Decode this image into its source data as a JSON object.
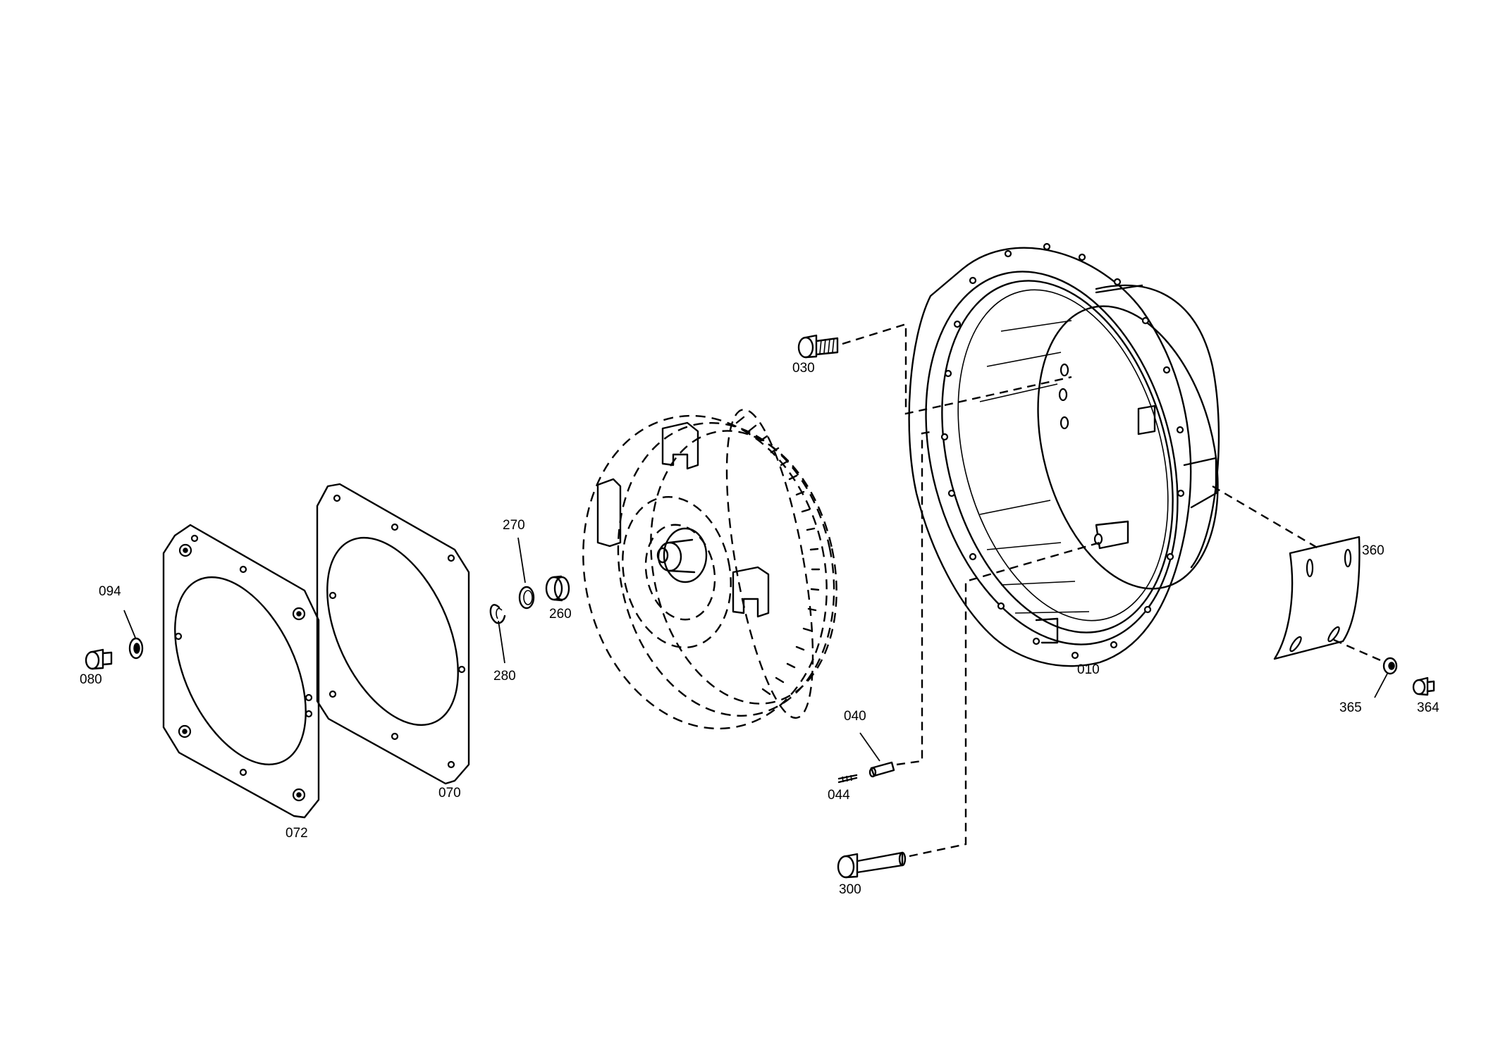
{
  "parts": {
    "p010": "010",
    "p030": "030",
    "p040": "040",
    "p044": "044",
    "p070": "070",
    "p072": "072",
    "p080": "080",
    "p094": "094",
    "p260": "260",
    "p270": "270",
    "p280": "280",
    "p300": "300",
    "p360": "360",
    "p364": "364",
    "p365": "365"
  },
  "icons": {
    "gasket_072": "gasket-plate-icon",
    "gasket_070": "gasket-plate-icon",
    "converter": "torque-converter-icon",
    "housing": "converter-housing-icon",
    "cover": "cover-plate-icon"
  }
}
